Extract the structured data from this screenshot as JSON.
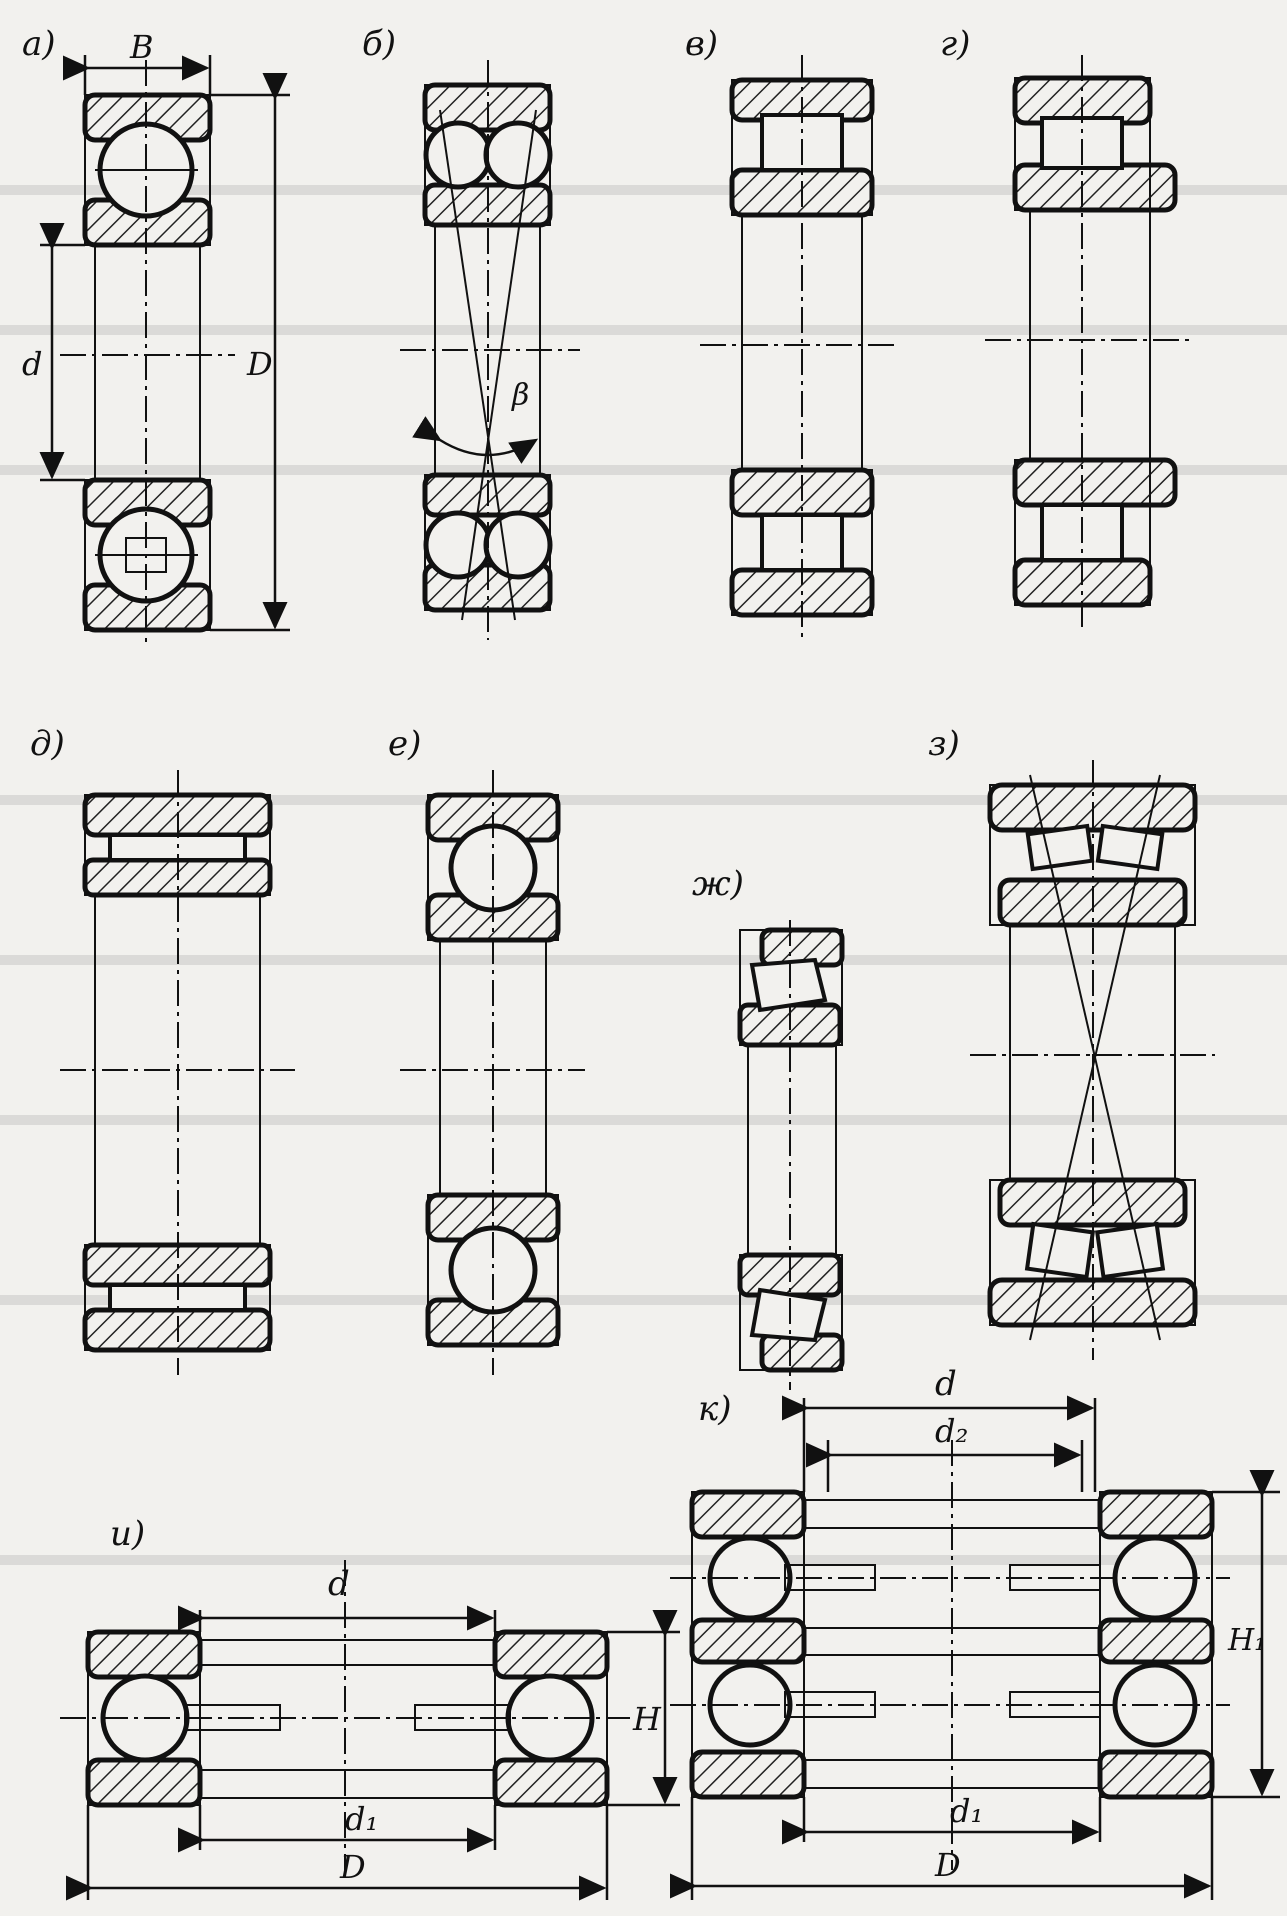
{
  "labels": {
    "a": "а)",
    "b": "б)",
    "v": "в)",
    "g": "г)",
    "d": "д)",
    "e": "е)",
    "zh": "ж)",
    "z": "з)",
    "i": "и)",
    "k": "к)"
  },
  "dimensions": {
    "a_width": "B",
    "a_bore": "d",
    "a_outer": "D",
    "b_angle": "β",
    "i_bore": "d",
    "i_bore1": "d₁",
    "i_outer": "D",
    "i_height": "H",
    "k_bore": "d",
    "k_bore2": "d₂",
    "k_bore1": "d₁",
    "k_outer": "D",
    "k_height": "H₁"
  }
}
